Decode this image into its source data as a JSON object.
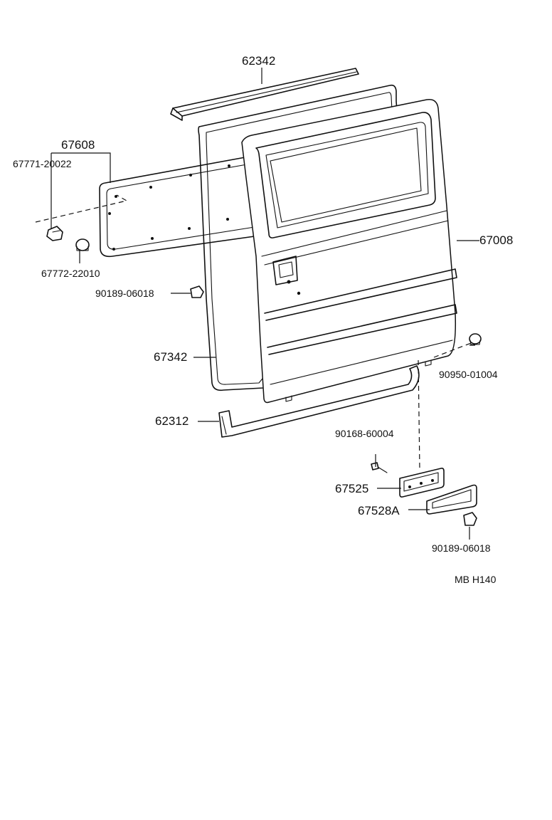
{
  "figure_code": "MB H140",
  "parts": {
    "p62342": "62342",
    "p67608": "67608",
    "p67771": "67771-20022",
    "p67772": "67772-22010",
    "p90189a": "90189-06018",
    "p67008": "67008",
    "p67342": "67342",
    "p90950": "90950-01004",
    "p62312": "62312",
    "p90168": "90168-60004",
    "p67525": "67525",
    "p67528a": "67528A",
    "p90189b": "90189-06018"
  },
  "icons": {
    "clip": "clip-icon",
    "bolt": "bolt-icon",
    "screw": "screw-icon",
    "grommet": "grommet-icon"
  }
}
